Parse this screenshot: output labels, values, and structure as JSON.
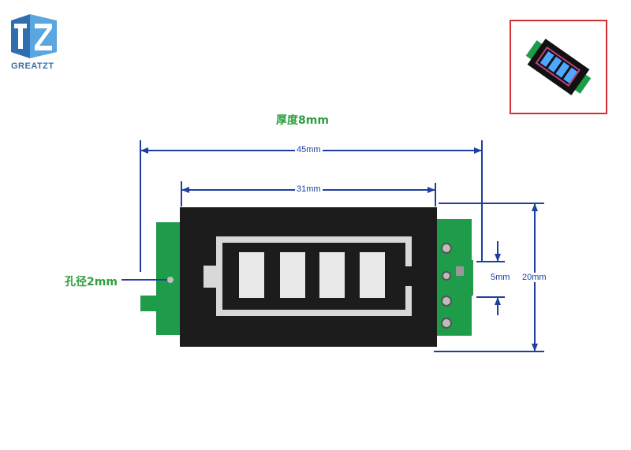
{
  "brand": {
    "name": "GREATZT",
    "logo_letters": "TZ",
    "color": "#3a6ea5"
  },
  "thickness_label": "厚度8mm",
  "hole_label": "孔径2mm",
  "dimensions": {
    "overall_width": "45mm",
    "display_width": "31mm",
    "height": "20mm",
    "pin_spacing": "5mm"
  },
  "colors": {
    "pcb": "#1e9c4a",
    "display": "#1c1c1c",
    "segment": "#e8e8e8",
    "dimension_line": "#1f3fa0",
    "label_green": "#2f9e3f",
    "inset_frame": "#d03030"
  },
  "indicator": {
    "segments_lit": 4,
    "segments_total": 4
  }
}
